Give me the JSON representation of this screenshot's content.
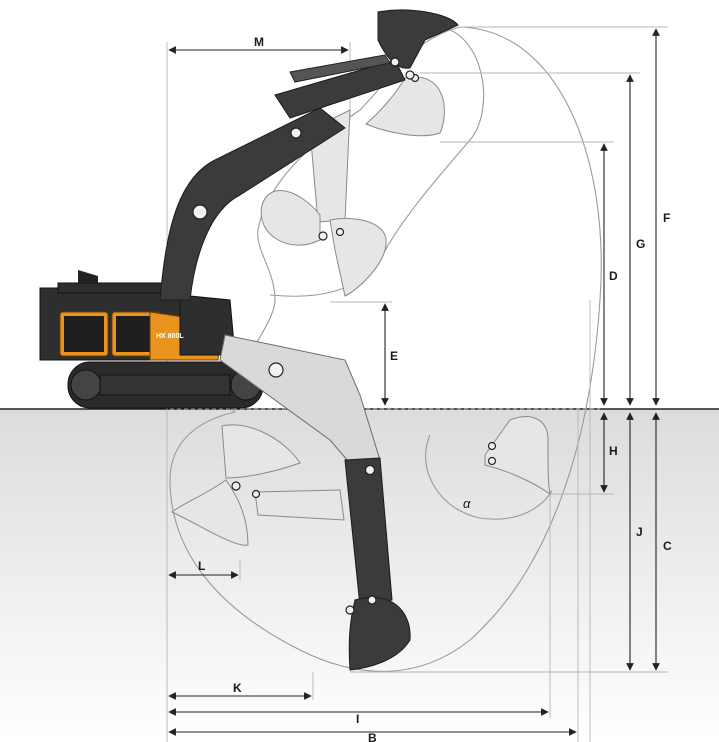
{
  "diagram": {
    "subject": "excavator-working-range",
    "labels": {
      "A": "",
      "B": "B",
      "C": "C",
      "D": "D",
      "E": "E",
      "F": "F",
      "G": "G",
      "H": "H",
      "I": "I",
      "J": "J",
      "K": "K",
      "L": "L",
      "M": "M",
      "alpha": "α"
    },
    "machine_badge": "HX 800L",
    "colors": {
      "machine_accent": "#e8941f",
      "attachment": "#3b3b3b",
      "ground": "#e9e9e9",
      "envelope": "#9a9a9a"
    }
  }
}
